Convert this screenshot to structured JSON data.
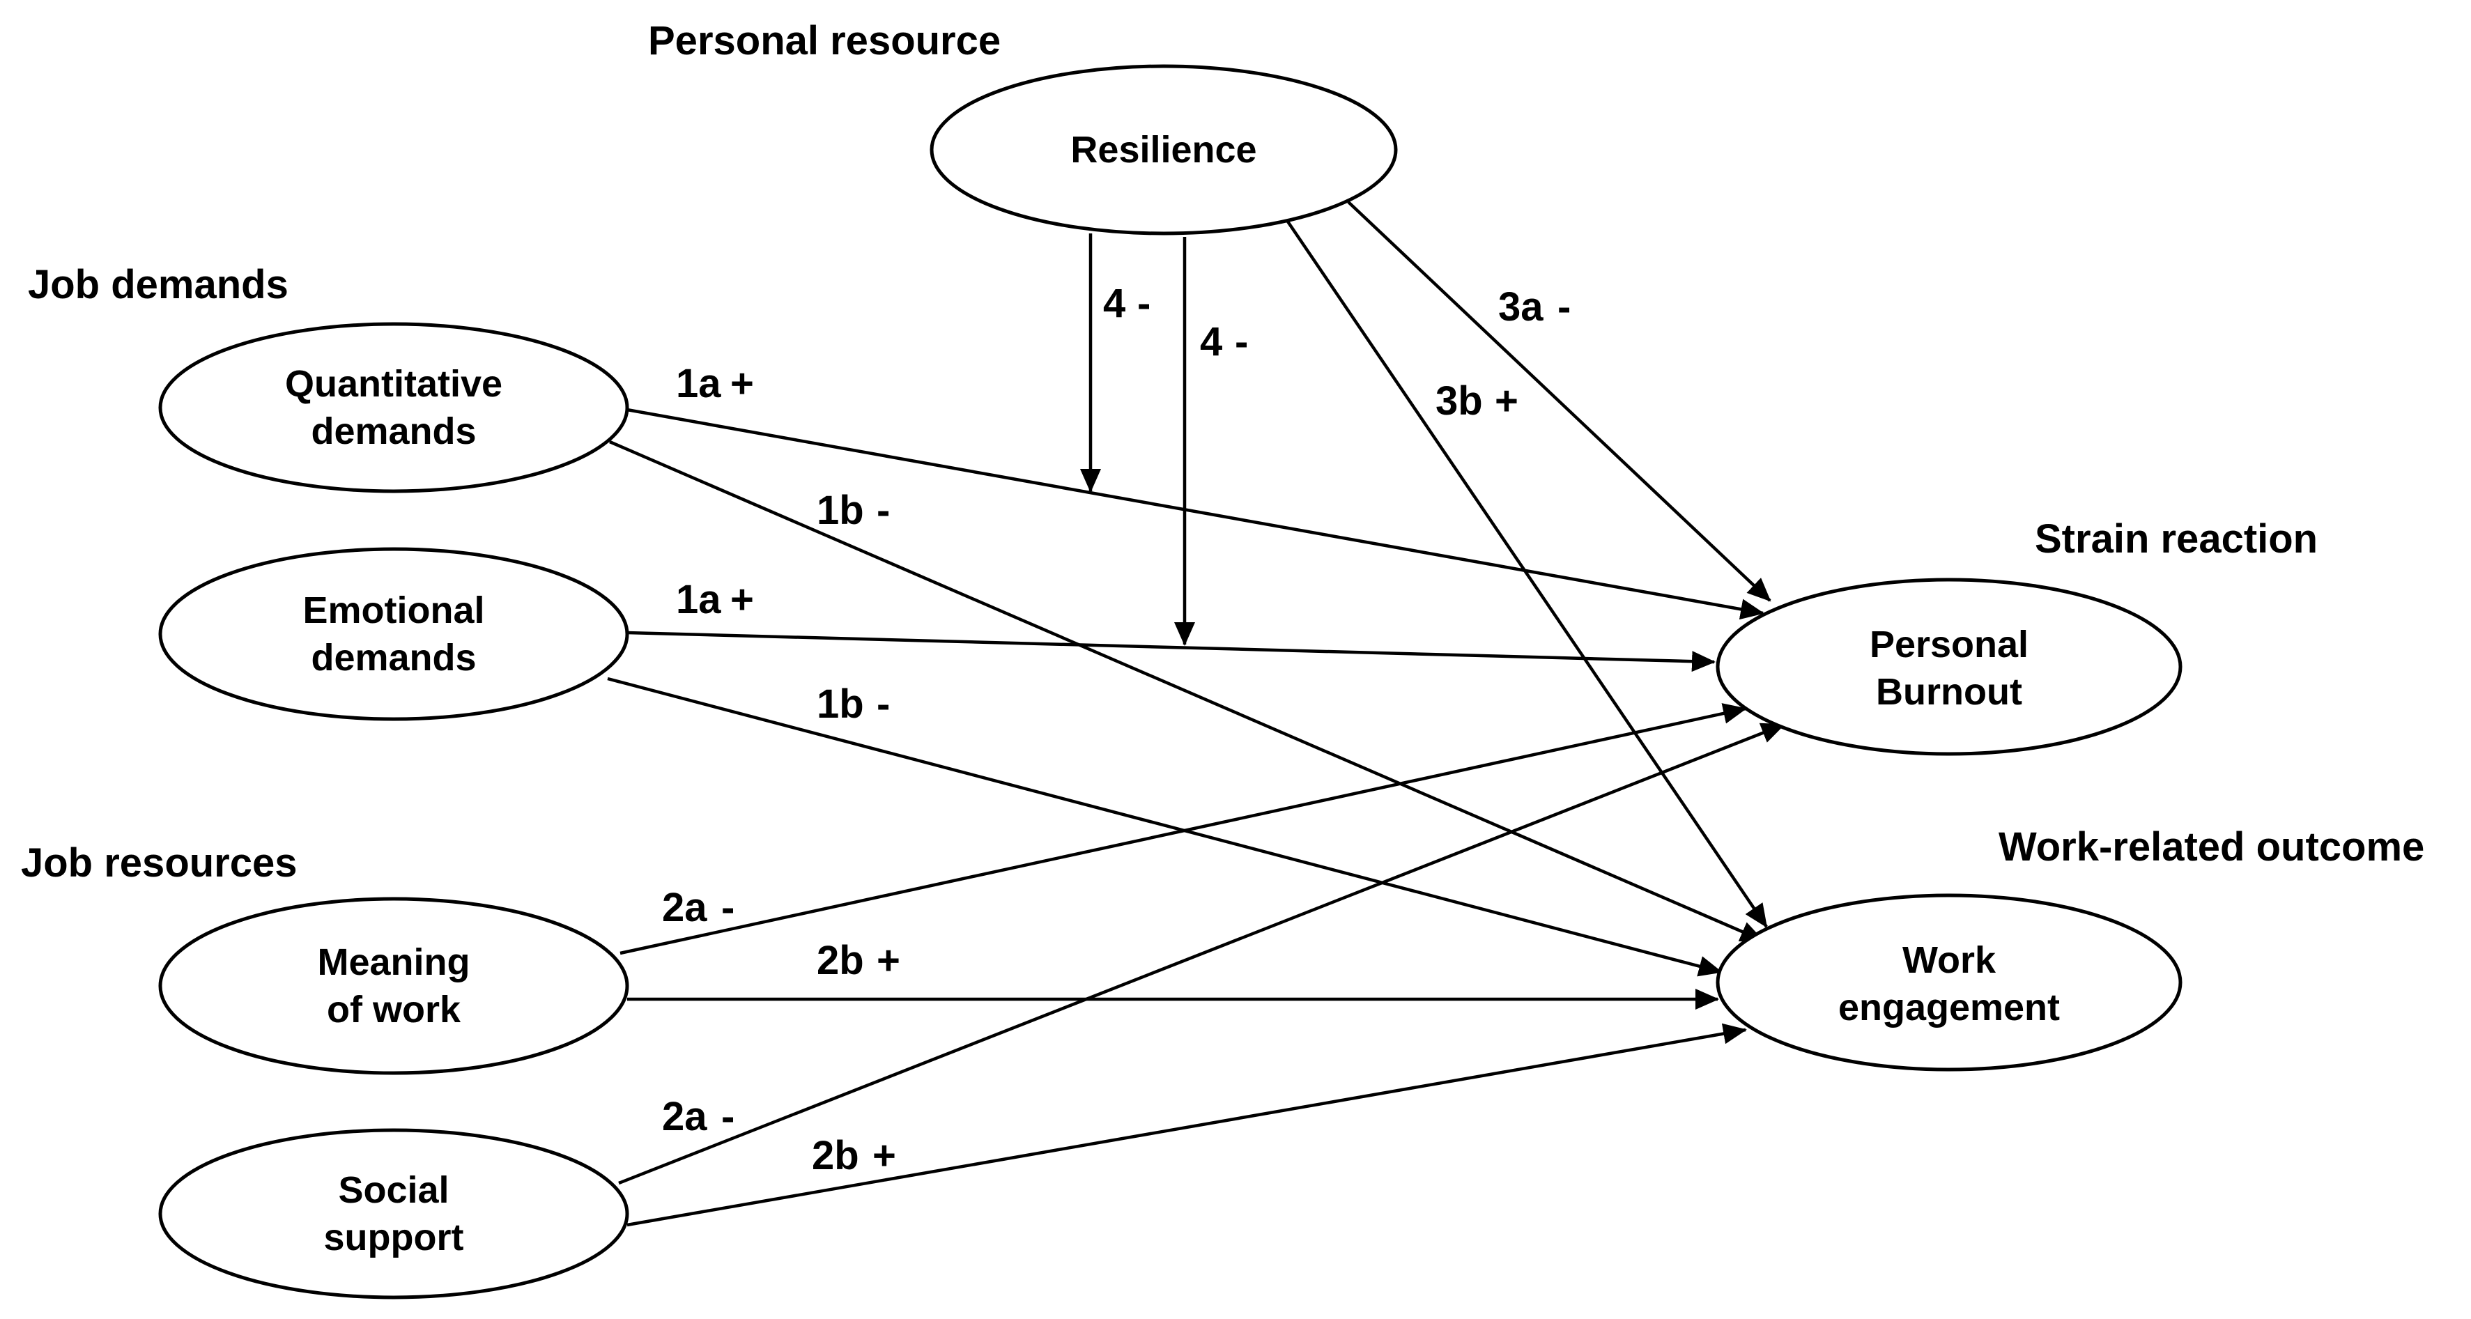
{
  "groups": {
    "personal_resource": "Personal resource",
    "job_demands": "Job demands",
    "job_resources": "Job resources",
    "strain_reaction": "Strain reaction",
    "work_related_outcome": "Work-related outcome"
  },
  "nodes": {
    "resilience": [
      "Resilience"
    ],
    "quantitative_demands": [
      "Quantitative",
      "demands"
    ],
    "emotional_demands": [
      "Emotional",
      "demands"
    ],
    "meaning_of_work": [
      "Meaning",
      "of work"
    ],
    "social_support": [
      "Social",
      "support"
    ],
    "personal_burnout": [
      "Personal",
      "Burnout"
    ],
    "work_engagement": [
      "Work",
      "engagement"
    ]
  },
  "paths": {
    "qd_burnout": {
      "id": "1a",
      "sign": "+"
    },
    "qd_engagement": {
      "id": "1b",
      "sign": "-"
    },
    "ed_burnout": {
      "id": "1a",
      "sign": "+"
    },
    "ed_engagement": {
      "id": "1b",
      "sign": "-"
    },
    "mw_burnout": {
      "id": "2a",
      "sign": "-"
    },
    "mw_engagement": {
      "id": "2b",
      "sign": "+"
    },
    "ss_burnout": {
      "id": "2a",
      "sign": "-"
    },
    "ss_engagement": {
      "id": "2b",
      "sign": "+"
    },
    "res_burnout": {
      "id": "3a",
      "sign": "-"
    },
    "res_engagement": {
      "id": "3b",
      "sign": "+"
    },
    "res_moderation_1": {
      "id": "4",
      "sign": "-"
    },
    "res_moderation_2": {
      "id": "4",
      "sign": "-"
    }
  }
}
